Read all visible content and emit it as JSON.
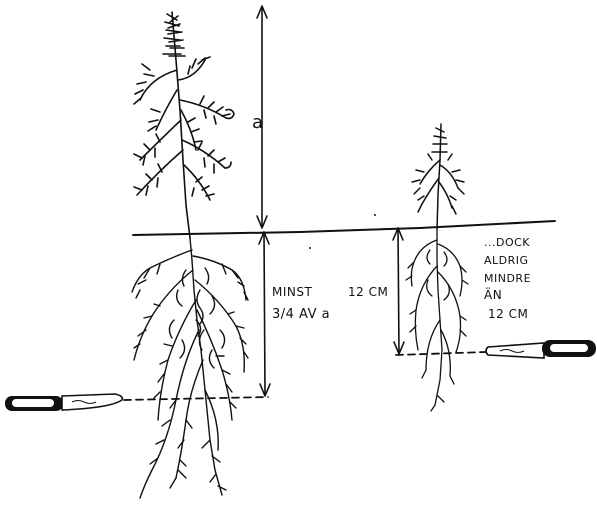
{
  "labels": {
    "height_a": "a",
    "left_depth_line1": "MINST",
    "left_depth_line2": "3/4 AV a",
    "right_depth": "12 CM",
    "note_line1": "...DOCK",
    "note_line2": "ALDRIG",
    "note_line3": "MINDRE",
    "note_line4": "ÄN",
    "note_line5": "12 CM"
  },
  "colors": {
    "ink": "#111111",
    "paper": "#ffffff"
  }
}
